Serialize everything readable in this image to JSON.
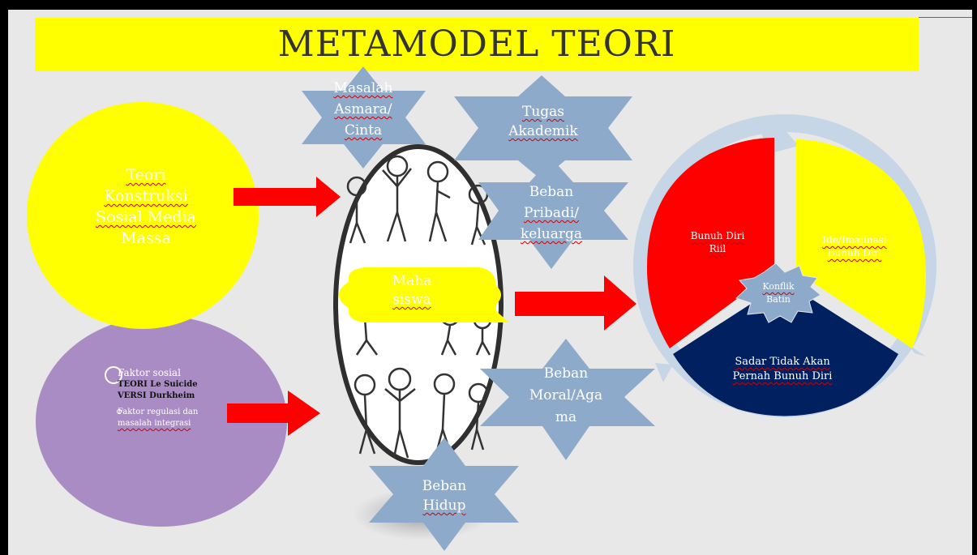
{
  "title": "METAMODEL TEORI",
  "circles": {
    "teori": [
      "Teori",
      "Konstruksi",
      "Sosial Media",
      "Massa"
    ],
    "faktor": {
      "line1": "Faktor sosial",
      "line2": "TEORI Le Suicide",
      "line3": "VERSI Durkheim",
      "line4": "Faktor regulasi dan",
      "line5": "masalah integrasi"
    }
  },
  "center": [
    "Maha",
    "siswa"
  ],
  "stars": {
    "asmara": [
      "Masalah",
      "Asmara/",
      "Cinta"
    ],
    "akademik": [
      "Tugas",
      "Akademik"
    ],
    "pribadi": [
      "Beban",
      "Pribadi/",
      "keluarga"
    ],
    "moral": [
      "Beban",
      "Moral/Aga",
      "ma"
    ],
    "hidup": [
      "Beban",
      "Hidup"
    ]
  },
  "cycle": {
    "riil": [
      "Bunuh Diri",
      "Riil"
    ],
    "ide": [
      "Ide/Imajinasi",
      "Bunuh Diri"
    ],
    "sadar": [
      "Sadar Tidak Akan",
      "Pernah Bunuh Diri"
    ],
    "konflik": [
      "Konflik",
      "Batin"
    ]
  },
  "colors": {
    "title_bg": "#ffff00",
    "yellow": "#ffff00",
    "purple": "#aa8cc5",
    "red": "#ff0000",
    "star": "#8eaacb",
    "navy": "#002060",
    "ring": "#c6d6e6"
  }
}
